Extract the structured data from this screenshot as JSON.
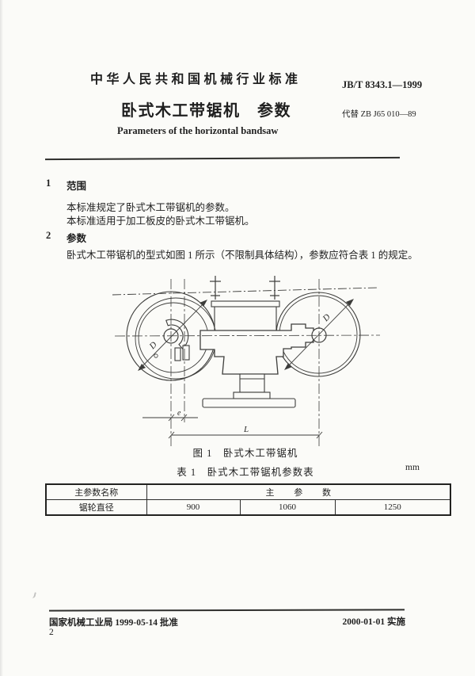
{
  "header": {
    "standard_org_title": "中华人民共和国机械行业标准",
    "standard_code": "JB/T 8343.1—1999",
    "doc_title": "卧式木工带锯机　参数",
    "replaces": "代替 ZB J65 010—89",
    "doc_title_en": "Parameters of the horizontal bandsaw"
  },
  "sections": [
    {
      "number": "1",
      "heading": "范围",
      "paragraphs": [
        "本标准规定了卧式木工带锯机的参数。",
        "本标准适用于加工板皮的卧式木工带锯机。"
      ]
    },
    {
      "number": "2",
      "heading": "参数",
      "paragraphs": [
        "卧式木工带锯机的型式如图 1 所示（不限制具体结构），参数应符合表 1 的规定。"
      ]
    }
  ],
  "figure": {
    "caption": "图 1　卧式木工带锯机",
    "labels": {
      "left_wheel_diameter": "D",
      "right_wheel_diameter": "D",
      "offset": "e",
      "overall_length": "L"
    }
  },
  "table": {
    "title": "表 1　卧式木工带锯机参数表",
    "unit": "mm",
    "header_col": "主参数名称",
    "header_span": "主 参 数",
    "rows": [
      {
        "name": "锯轮直径",
        "values": [
          "900",
          "1060",
          "1250"
        ]
      }
    ]
  },
  "footer": {
    "approval": "国家机械工业局  1999-05-14  批准",
    "implementation": "2000-01-01  实施",
    "page_number": "2"
  }
}
